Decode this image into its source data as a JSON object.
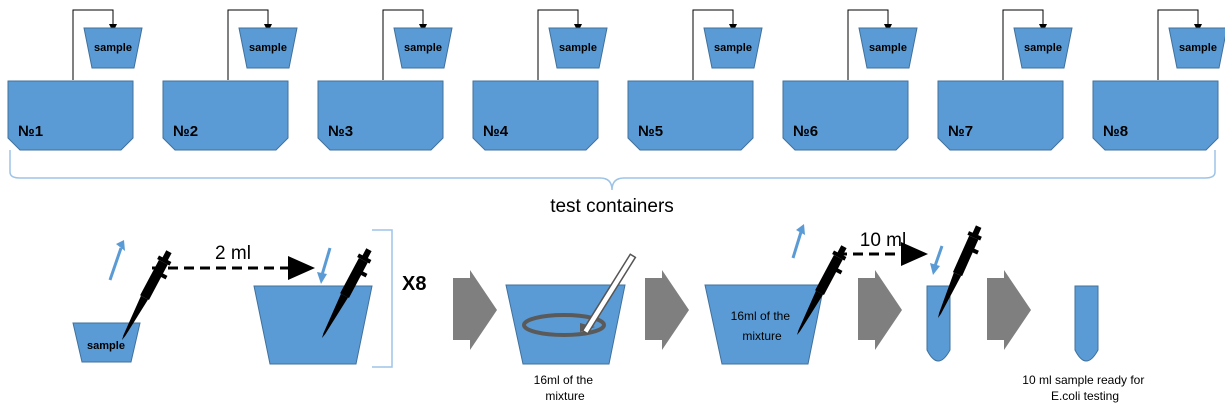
{
  "containers": [
    "№1",
    "№2",
    "№3",
    "№4",
    "№5",
    "№6",
    "№7",
    "№8"
  ],
  "sample_label": "sample",
  "group_caption": "test containers",
  "transfer_volume_1": "2 ml",
  "repeat_label": "X8",
  "mixture_caption_below": "16ml of the mixture",
  "mixture_caption_inside": "16ml of the mixture",
  "transfer_volume_2": "10 ml",
  "final_caption": "10 ml sample ready for E.coli testing",
  "colors": {
    "fill": "#5b9bd5",
    "stroke": "#41719c",
    "arrow": "#7f7f7f",
    "brace": "#9dc3e6",
    "pipette": "#000000"
  }
}
